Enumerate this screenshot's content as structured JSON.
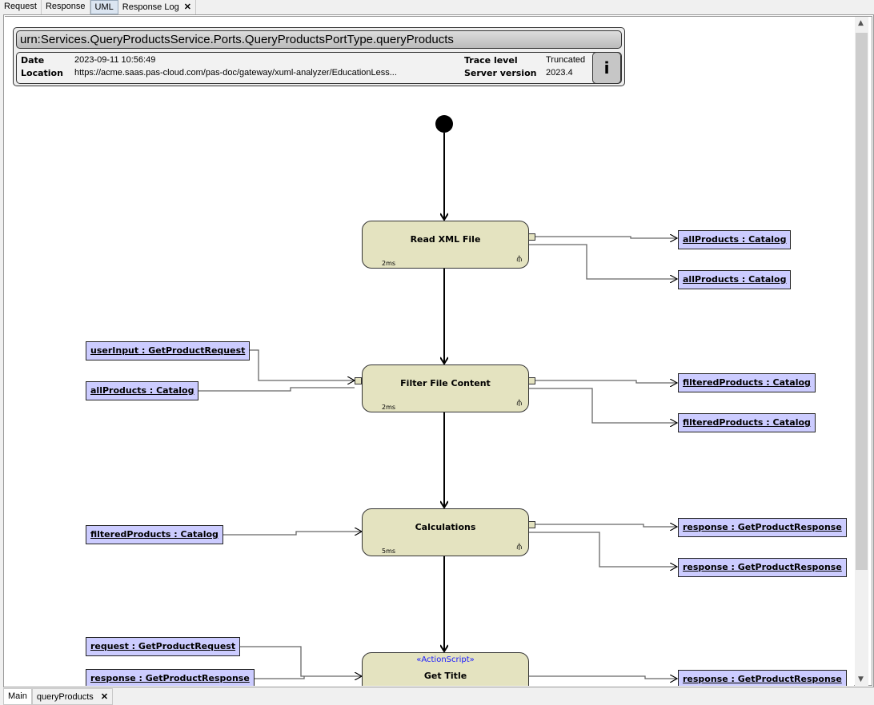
{
  "tabs": [
    {
      "label": "Request"
    },
    {
      "label": "Response"
    },
    {
      "label": "UML",
      "active": true
    },
    {
      "label": "Response Log",
      "closable": true
    }
  ],
  "header": {
    "title": "urn:Services.QueryProductsService.Ports.QueryProductsPortType.queryProducts",
    "date_label": "Date",
    "date": "2023-09-11 10:56:49",
    "location_label": "Location",
    "location": "https://acme.saas.pas-cloud.com/pas-doc/gateway/xuml-analyzer/EducationLess...",
    "trace_label": "Trace level",
    "trace": "Truncated",
    "server_label": "Server version",
    "server": "2023.4",
    "info_button": "i"
  },
  "nodes": [
    {
      "label": "Read XML File",
      "time": "2ms"
    },
    {
      "label": "Filter File Content",
      "time": "2ms"
    },
    {
      "label": "Calculations",
      "time": "5ms"
    },
    {
      "label": "Get Title",
      "stereotype": "«ActionScript»"
    }
  ],
  "objects": {
    "read_out": [
      "allProducts : Catalog",
      "allProducts : Catalog"
    ],
    "filter_in": [
      "userInput : GetProductRequest",
      "allProducts : Catalog"
    ],
    "filter_out": [
      "filteredProducts : Catalog",
      "filteredProducts : Catalog"
    ],
    "calc_in": [
      "filteredProducts : Catalog"
    ],
    "calc_out": [
      "response : GetProductResponse",
      "response : GetProductResponse"
    ],
    "title_in": [
      "request : GetProductRequest",
      "response : GetProductResponse"
    ],
    "title_out": [
      "response : GetProductResponse"
    ]
  },
  "bottom_tabs": [
    {
      "label": "Main",
      "active": true
    },
    {
      "label": "queryProducts",
      "closable": true
    }
  ],
  "close_glyph": "✕",
  "colors": {
    "node_fill": "#e4e3c0",
    "object_fill": "#ccccff",
    "stereotype": "#1a1aff"
  }
}
